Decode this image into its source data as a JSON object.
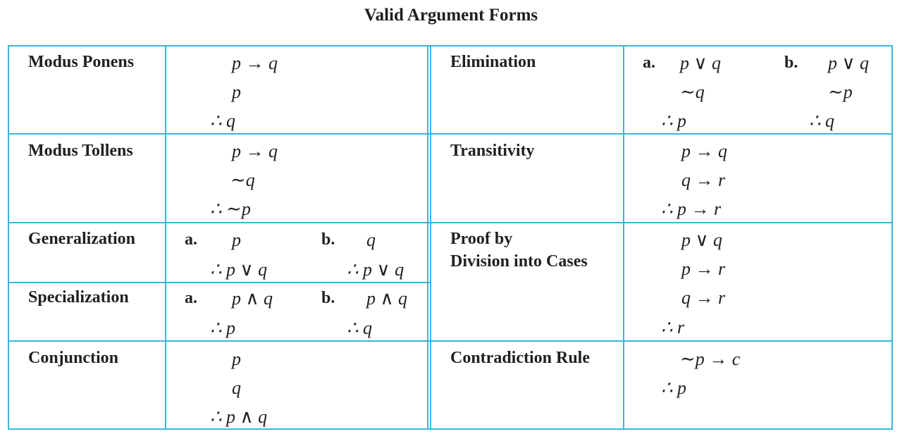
{
  "title": "Valid Argument Forms",
  "left": {
    "modus_ponens": {
      "name": "Modus Ponens",
      "lines": [
        "p → q",
        "p",
        "∴ q"
      ]
    },
    "modus_tollens": {
      "name": "Modus Tollens",
      "lines": [
        "p → q",
        "∼q",
        "∴ ∼p"
      ]
    },
    "generalization": {
      "name": "Generalization",
      "a": {
        "label": "a.",
        "lines": [
          "p",
          "∴ p ∨ q"
        ]
      },
      "b": {
        "label": "b.",
        "lines": [
          "q",
          "∴ p ∨ q"
        ]
      }
    },
    "specialization": {
      "name": "Specialization",
      "a": {
        "label": "a.",
        "lines": [
          "p ∧ q",
          "∴ p"
        ]
      },
      "b": {
        "label": "b.",
        "lines": [
          "p ∧ q",
          "∴ q"
        ]
      }
    },
    "conjunction": {
      "name": "Conjunction",
      "lines": [
        "p",
        "q",
        "∴ p ∧ q"
      ]
    }
  },
  "right": {
    "elimination": {
      "name": "Elimination",
      "a": {
        "label": "a.",
        "lines": [
          "p ∨ q",
          "∼q",
          "∴ p"
        ]
      },
      "b": {
        "label": "b.",
        "lines": [
          "p ∨ q",
          "∼p",
          "∴ q"
        ]
      }
    },
    "transitivity": {
      "name": "Transitivity",
      "lines": [
        "p → q",
        "q → r",
        "∴ p → r"
      ]
    },
    "division_into_cases": {
      "name_line1": "Proof by",
      "name_line2": "Division into Cases",
      "lines": [
        "p ∨ q",
        "p → r",
        "q → r",
        "∴ r"
      ]
    },
    "contradiction_rule": {
      "name": "Contradiction Rule",
      "lines": [
        "∼p → c",
        "∴ p"
      ]
    }
  },
  "colors": {
    "border": "#3db4dc",
    "text": "#231f20"
  }
}
